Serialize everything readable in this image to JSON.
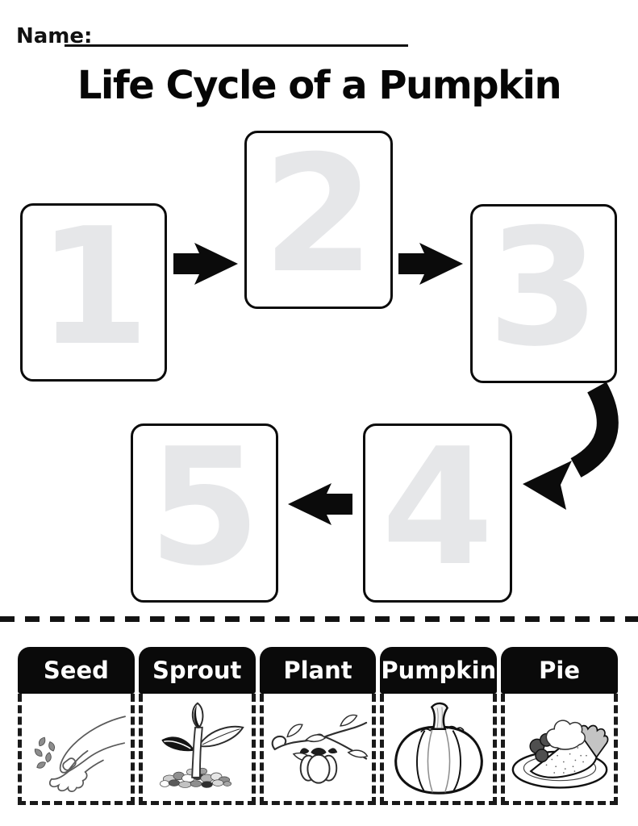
{
  "header": {
    "name_label": "Name:",
    "title": "Life Cycle of a Pumpkin"
  },
  "diagram": {
    "steps": [
      {
        "number": "1"
      },
      {
        "number": "2"
      },
      {
        "number": "3"
      },
      {
        "number": "4"
      },
      {
        "number": "5"
      }
    ],
    "arrows": [
      "arrow-step1-to-step2-right",
      "arrow-step2-to-step3-right",
      "arrow-step3-to-step4-curved-down-left",
      "arrow-step4-to-step5-left"
    ]
  },
  "cards": [
    {
      "label": "Seed",
      "icon": "hand-dropping-seeds-icon"
    },
    {
      "label": "Sprout",
      "icon": "sprout-seedling-icon"
    },
    {
      "label": "Plant",
      "icon": "pumpkin-vine-plant-icon"
    },
    {
      "label": "Pumpkin",
      "icon": "pumpkin-icon"
    },
    {
      "label": "Pie",
      "icon": "pumpkin-pie-slice-icon"
    }
  ],
  "colors": {
    "ink": "#111111",
    "ghost_number": "#e6e7e9",
    "card_header_bg": "#0a0a0a",
    "card_header_text": "#ffffff"
  }
}
